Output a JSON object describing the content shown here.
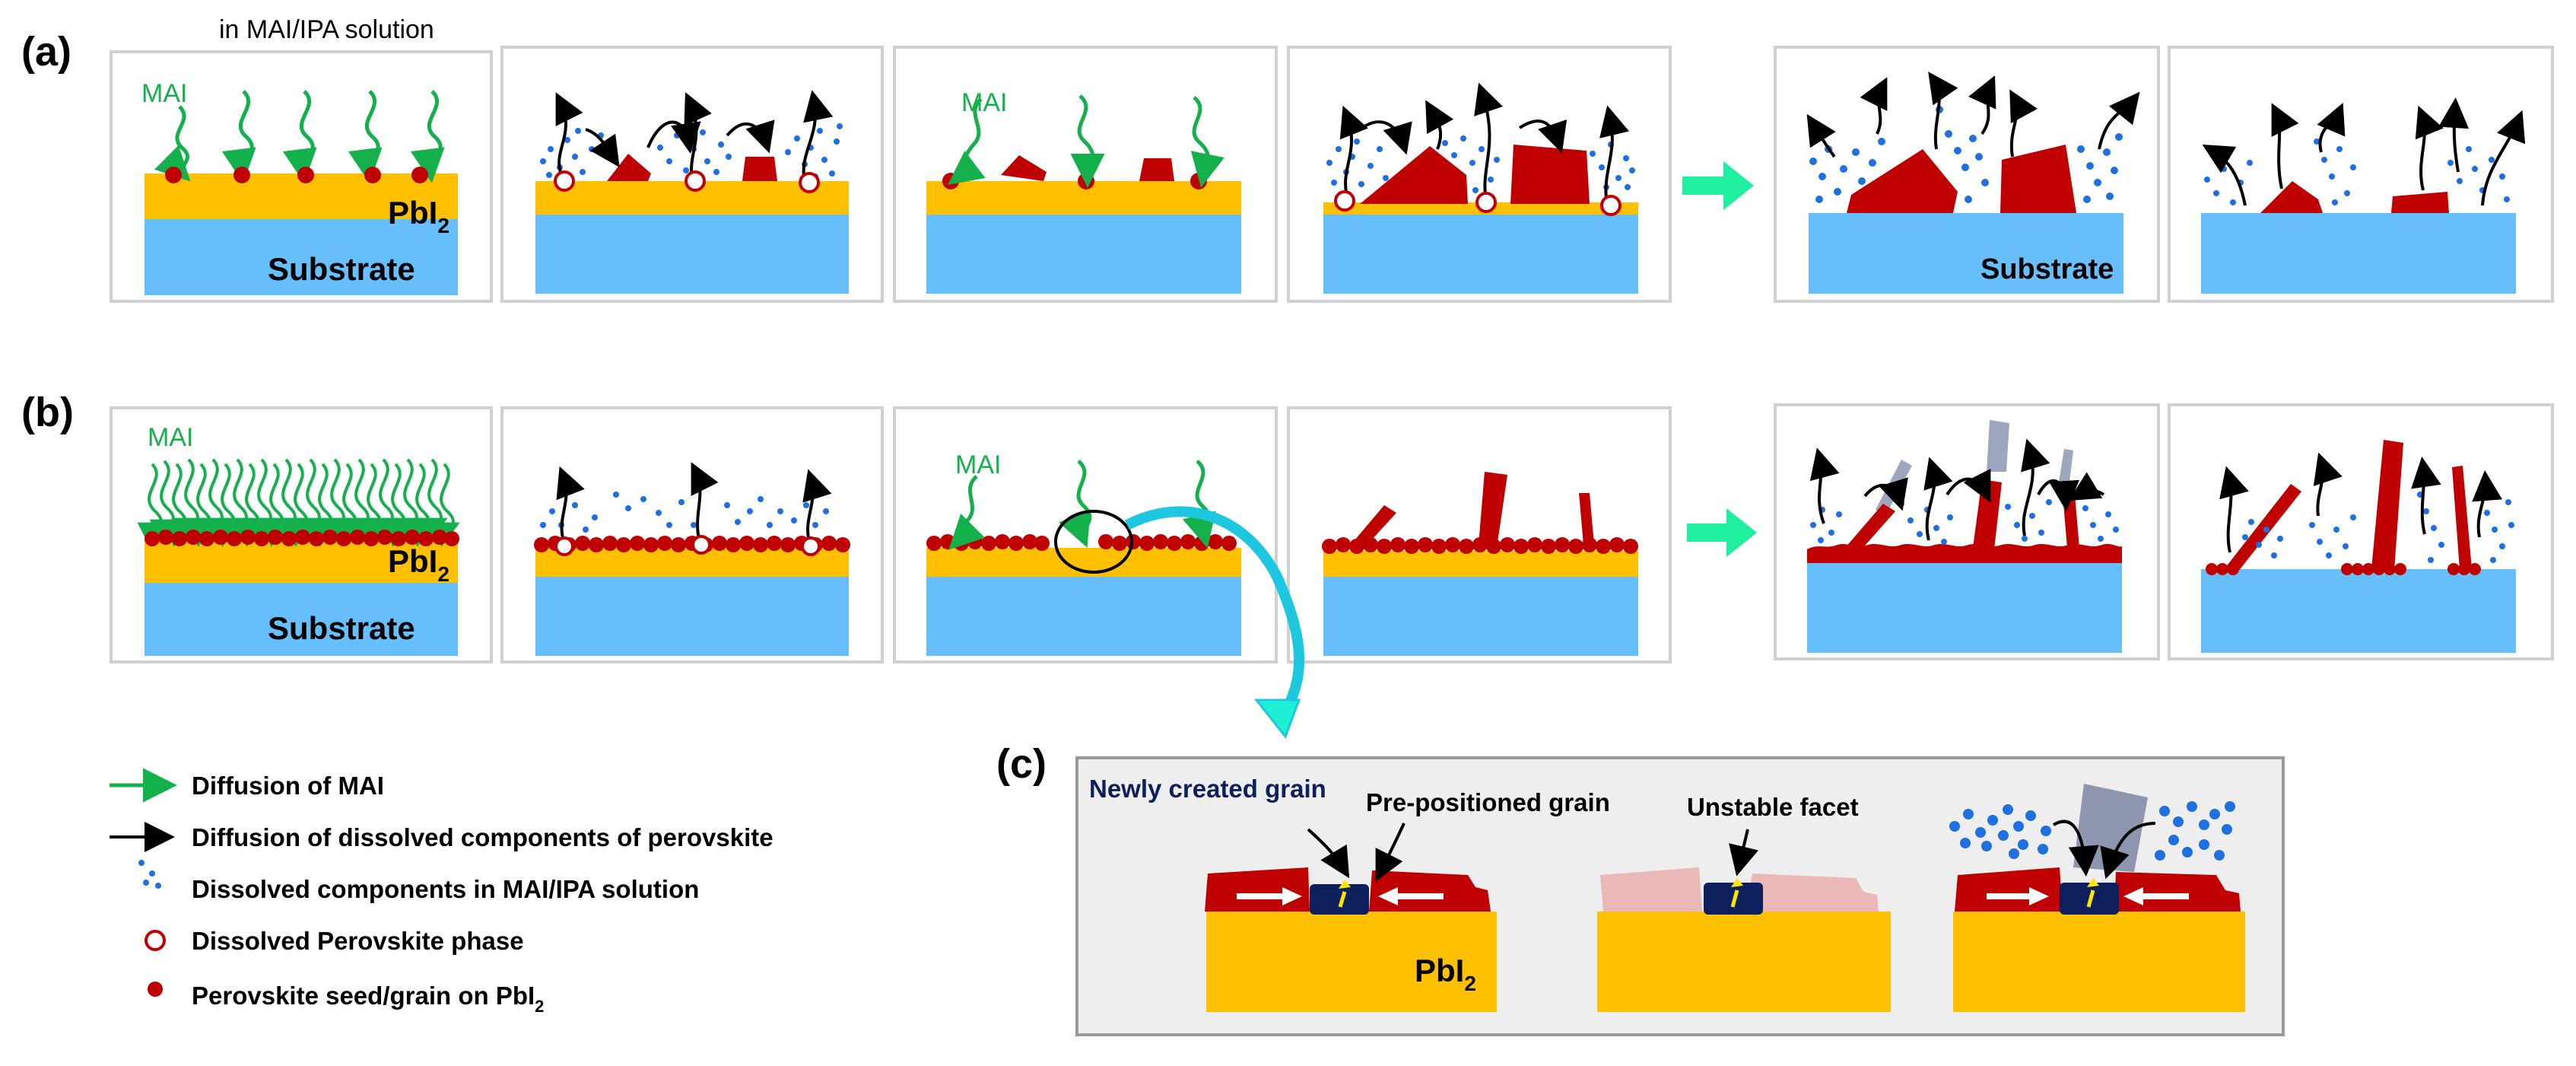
{
  "panels": {
    "a": {
      "label": "(a)",
      "solution_note": "in MAI/IPA solution",
      "mai_label": "MAI",
      "pbi2_label": "PbI",
      "pbi2_sub": "2",
      "substrate_label": "Substrate"
    },
    "b": {
      "label": "(b)",
      "mai_label": "MAI",
      "pbi2_label": "PbI",
      "pbi2_sub": "2",
      "substrate_label": "Substrate"
    },
    "c": {
      "label": "(c)",
      "newly_created_grain": "Newly created grain",
      "pre_positioned_grain": "Pre-positioned grain",
      "unstable_facet": "Unstable facet",
      "pbi2_label": "PbI",
      "pbi2_sub": "2"
    }
  },
  "legend": [
    {
      "icon": "green-arrow-icon",
      "label": "Diffusion of MAI"
    },
    {
      "icon": "black-arrow-icon",
      "label": "Diffusion of dissolved components of perovskite"
    },
    {
      "icon": "blue-dots-icon",
      "label": "Dissolved components in MAI/IPA solution"
    },
    {
      "icon": "open-red-circle-icon",
      "label": "Dissolved Perovskite phase"
    },
    {
      "icon": "red-dot-icon",
      "label": "Perovskite seed/grain on PbI",
      "sub": "2"
    }
  ],
  "colors": {
    "pbi2": "#FFC000",
    "substrate": "#66BFFA",
    "perovskite": "#C00000",
    "mai_arrow": "#13B04B",
    "dissolved_dots": "#1E6FE0",
    "transition_arrow": "#1EF0A0",
    "new_grain": "#0D1F5C",
    "unstable_grain": "#8D96AE",
    "panel_c_bg": "#EEEEEE"
  }
}
